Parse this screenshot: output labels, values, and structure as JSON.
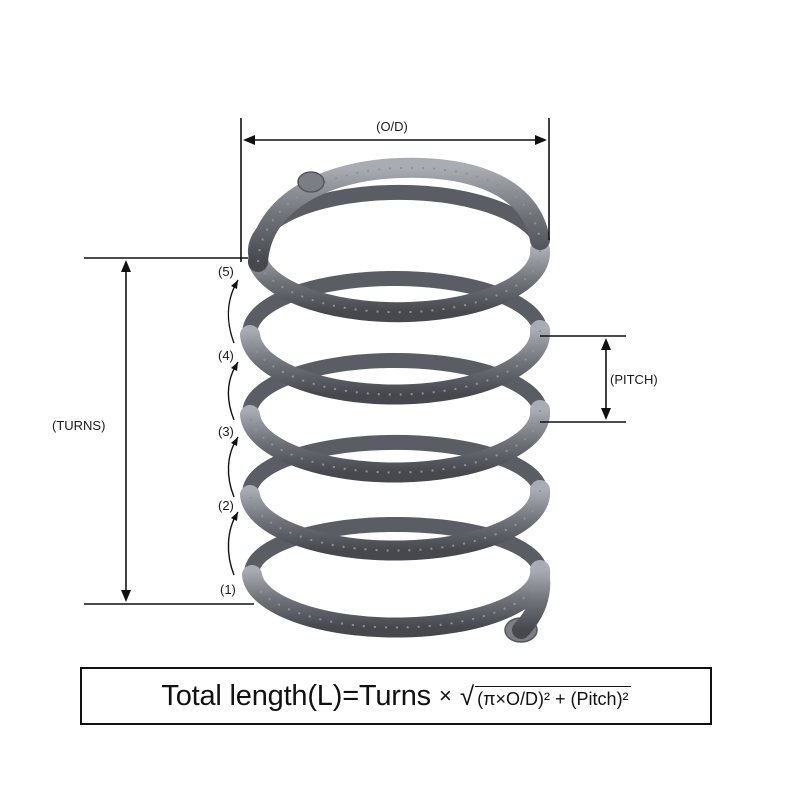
{
  "labels": {
    "outer_diameter": "(O/D)",
    "pitch": "(PITCH)",
    "turns": "(TURNS)",
    "turn_numbers": [
      "(1)",
      "(2)",
      "(3)",
      "(4)",
      "(5)"
    ]
  },
  "formula": {
    "lhs": "Total length(L)=Turns",
    "times": "×",
    "radical": "√",
    "radicand": "(π×O/D)² + (Pitch)²"
  },
  "colors": {
    "spring": "#6e7178",
    "spring_dark": "#4a4c52",
    "spring_light": "#a4a7ae",
    "line": "#111111"
  }
}
